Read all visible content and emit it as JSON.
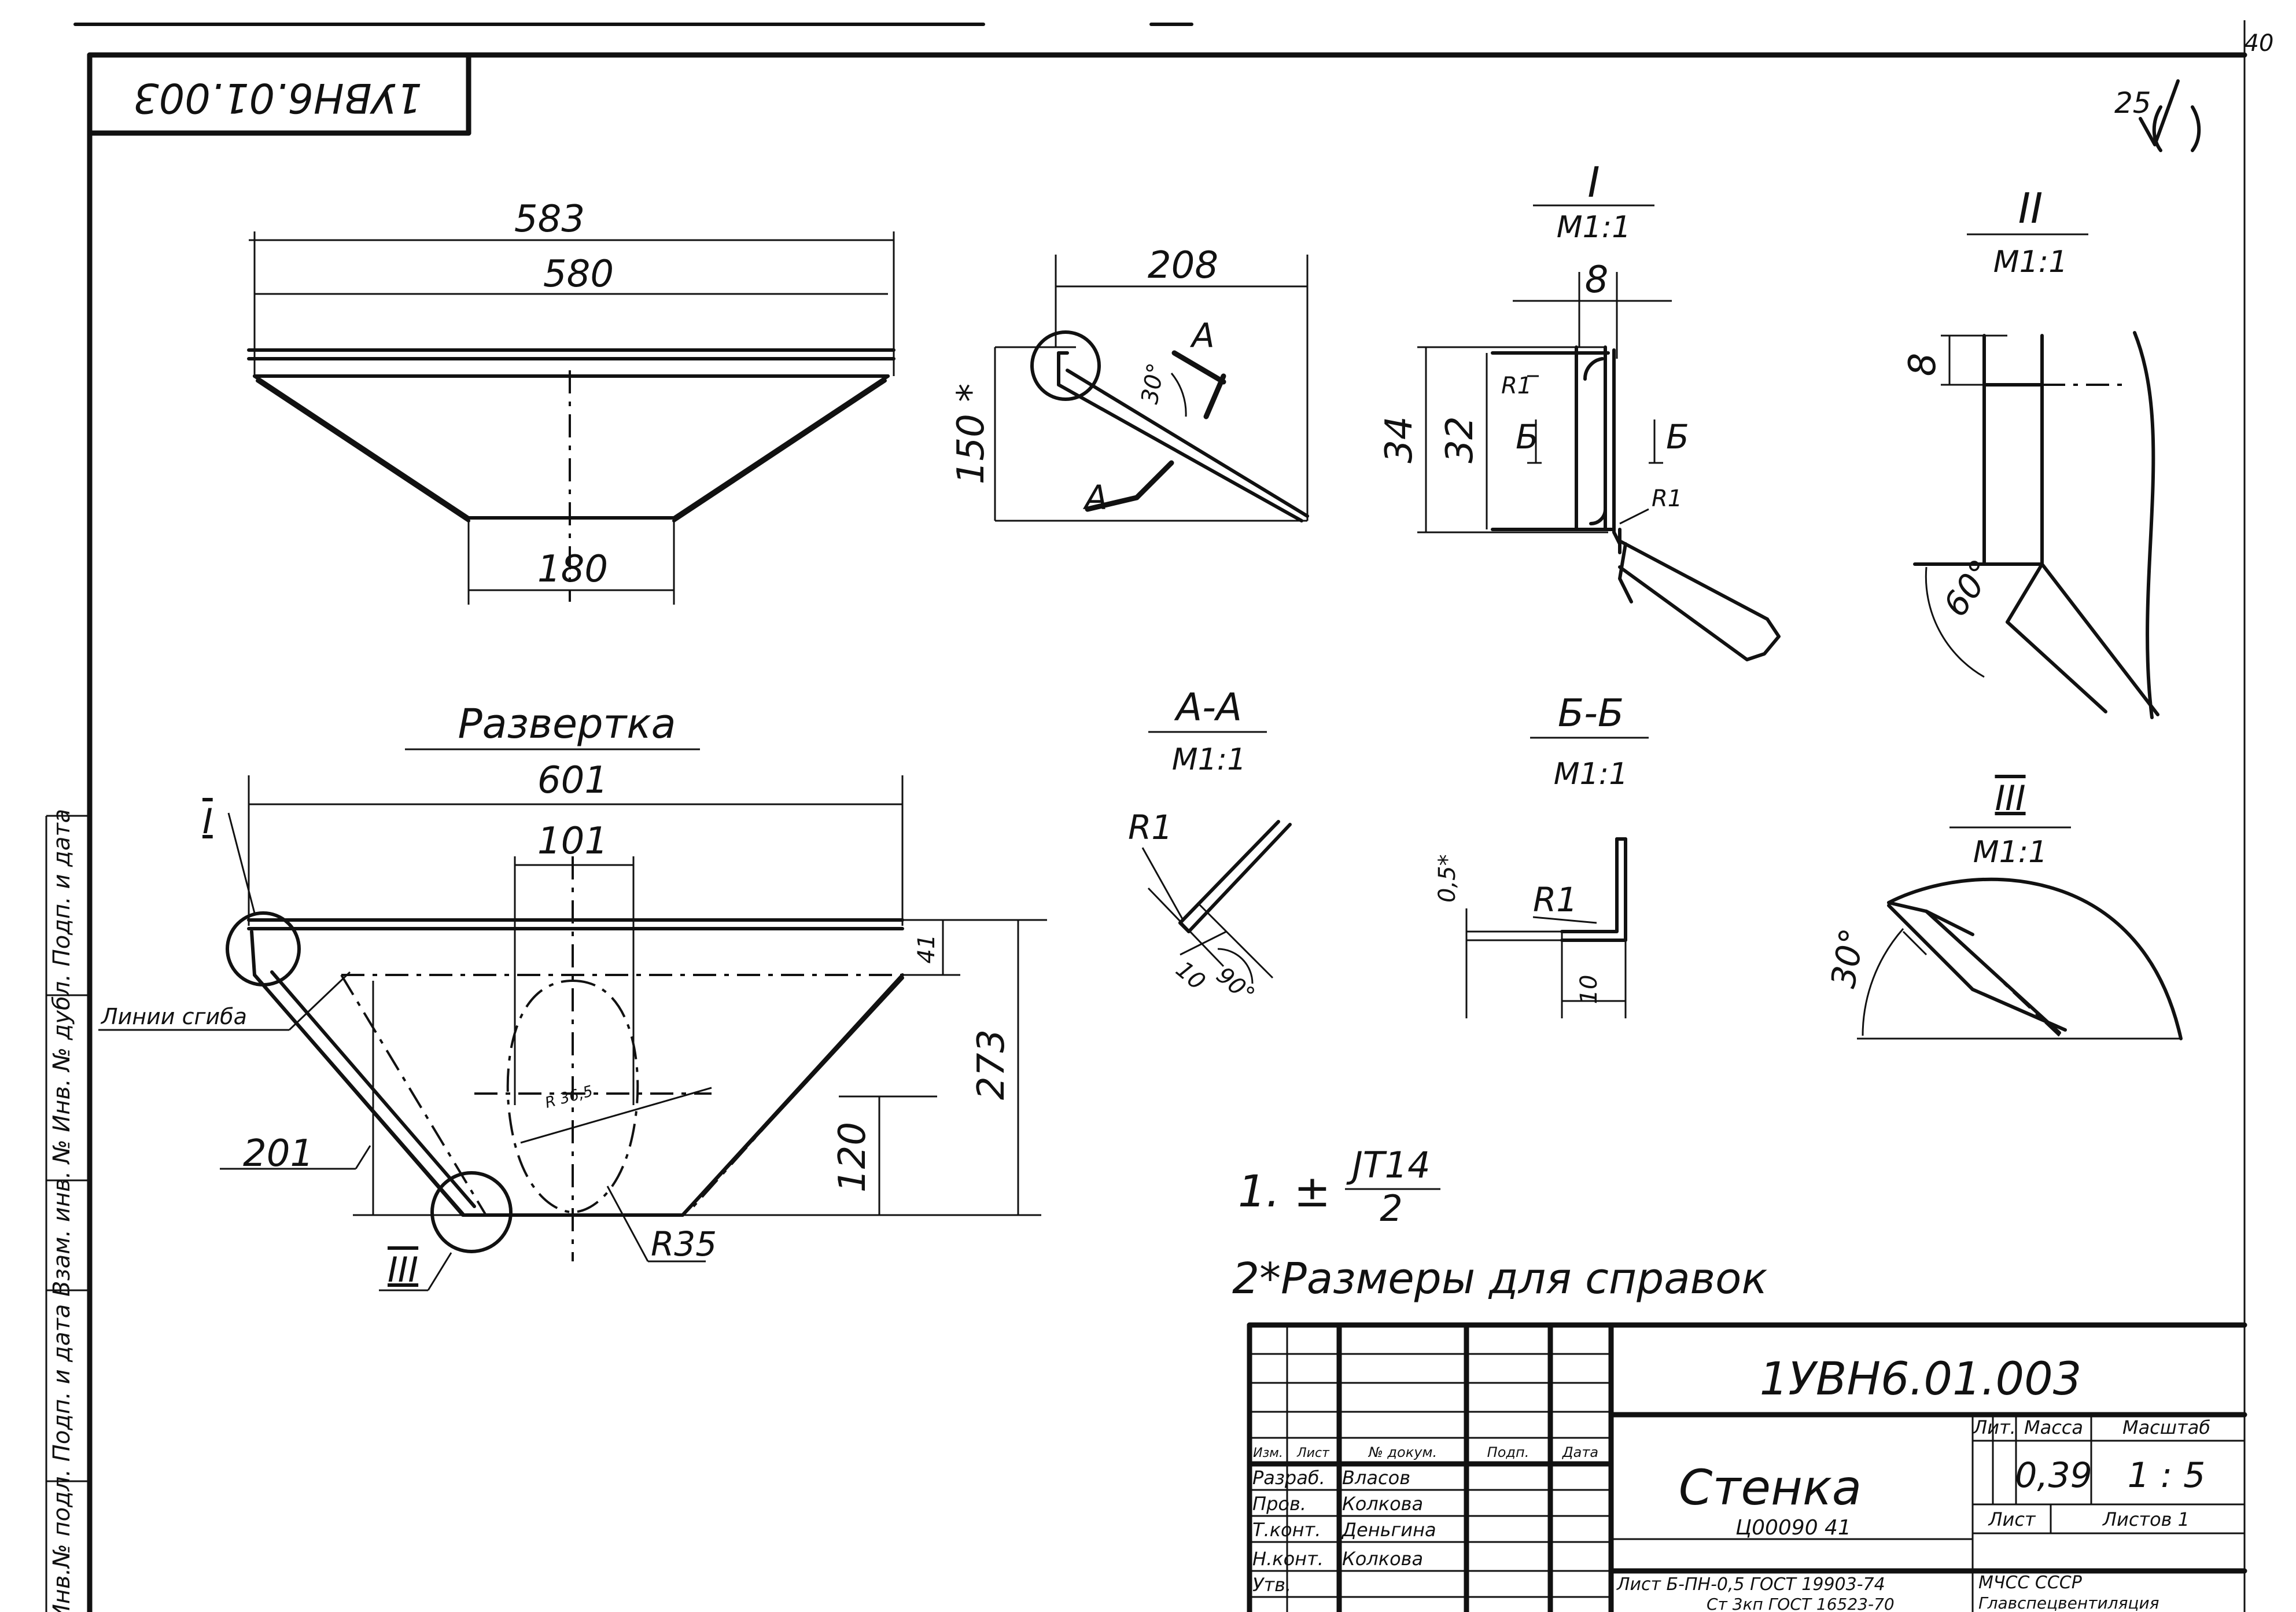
{
  "drawing_number_rotated": "1УВН6.01.003",
  "corner_page": "40",
  "roughness": "25",
  "front_view": {
    "dim_top": "583",
    "dim_inner": "580",
    "dim_bottom": "180"
  },
  "side_view": {
    "dim_width": "208",
    "dim_height": "150 *",
    "section_mark": "А",
    "angle": "30°"
  },
  "detail_1": {
    "roman": "I",
    "scale": "М1:1",
    "dim_width": "8",
    "dim_h1": "34",
    "dim_h2": "32",
    "radius_top": "R1",
    "radius_bottom": "R1",
    "section_mark": "Б"
  },
  "detail_2": {
    "roman": "II",
    "scale": "М1:1",
    "dim_top": "8",
    "angle": "60°"
  },
  "detail_3": {
    "roman": "III",
    "scale": "М1:1",
    "angle": "30°"
  },
  "section_aa": {
    "title": "А-А",
    "scale": "М1:1",
    "radius": "R1",
    "dim": "10",
    "angle": "90°"
  },
  "section_bb": {
    "title": "Б-Б",
    "scale": "М1:1",
    "radius": "R1",
    "dim_h": "0,5*",
    "dim_w": "10"
  },
  "development": {
    "title": "Развертка",
    "dim_width": "601",
    "dim_slot": "101",
    "dim_41": "41",
    "dim_273": "273",
    "dim_120": "120",
    "dim_201": "201",
    "radius_large": "R35",
    "radius_small": "R 36,5",
    "label_bend": "Линии сгиба",
    "callout_1": "I",
    "callout_3": "III"
  },
  "notes": {
    "n1_prefix": "1. ±",
    "n1_num": "JT14",
    "n1_den": "2",
    "n2": "2*Размеры для справок"
  },
  "side_strip_text": "Инв.№ подл.  Подп. и дата  Взам. инв. №  Инв. № дубл.  Подп. и дата",
  "title_block": {
    "designation": "1УВН6.01.003",
    "part_name": "Стенка",
    "code": "Ц00090 41",
    "header_lit": "Лит.",
    "header_mass": "Масса",
    "header_scale": "Масштаб",
    "mass": "0,39",
    "scale_value": "1 : 5",
    "sheet_label": "Лист",
    "sheets_label": "Листов 1",
    "role_head_1": "Изм.",
    "role_head_2": "Лист",
    "role_head_3": "№ докум.",
    "role_head_4": "Подп.",
    "role_head_5": "Дата",
    "row_1_role": "Разраб.",
    "row_1_name": "Власов",
    "row_2_role": "Пров.",
    "row_2_name": "Колкова",
    "row_3_role": "Т.конт.",
    "row_3_name": "Деньгина",
    "row_4_role": "Н.конт.",
    "row_4_name": "Колкова",
    "row_5_role": "Утв.",
    "row_5_name": "",
    "material_1": "Лист Б-ПН-0,5 ГОСТ 19903-74",
    "material_2": "Ст 3кп ГОСТ 16523-70",
    "org_1": "МЧСС  СССР",
    "org_2": "Главспецвентиляция"
  }
}
